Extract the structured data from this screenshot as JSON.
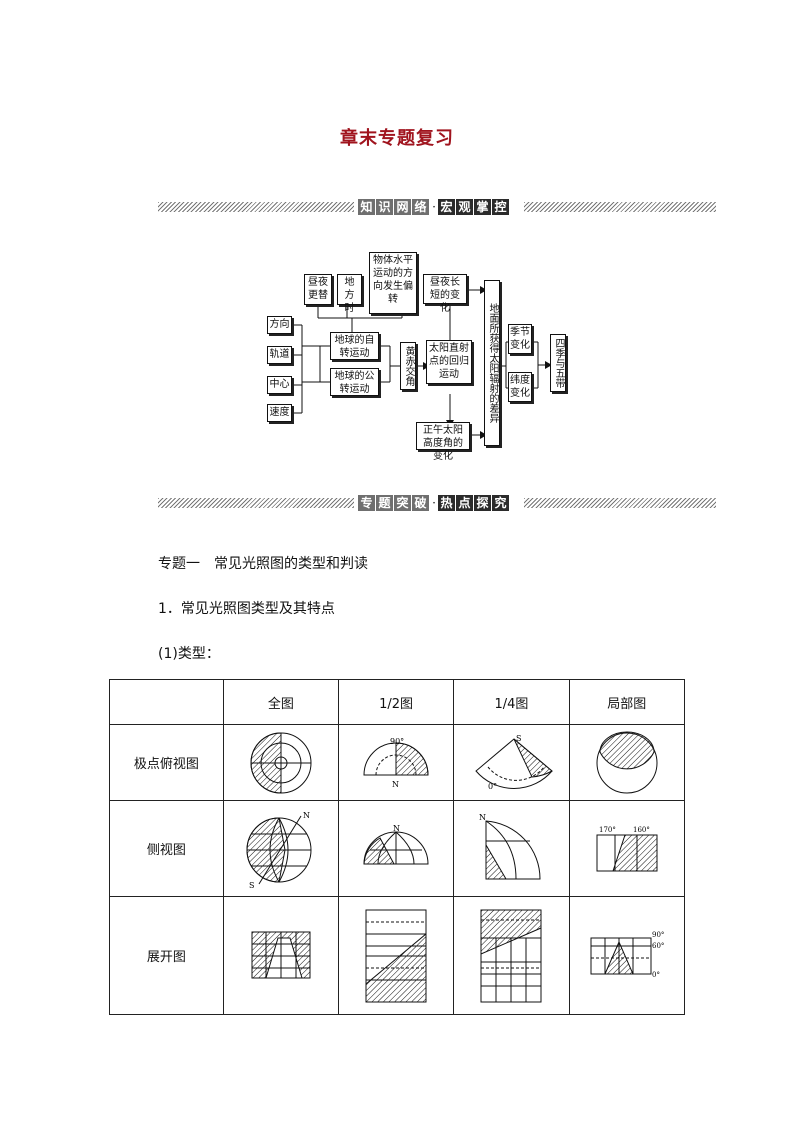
{
  "title": "章末专题复习",
  "banner1": {
    "part1": [
      "知",
      "识",
      "网",
      "络"
    ],
    "part2": [
      "宏",
      "观",
      "掌",
      "控"
    ]
  },
  "banner2": {
    "part1": [
      "专",
      "题",
      "突",
      "破"
    ],
    "part2": [
      "热",
      "点",
      "探",
      "究"
    ]
  },
  "concept_map": {
    "left_items": [
      "方向",
      "轨道",
      "中心",
      "速度"
    ],
    "rotation": "地球的自转运动",
    "revolution": "地球的公转运动",
    "top_effects": [
      "昼夜更替",
      "地方时",
      "物体水平运动的方向发生偏转"
    ],
    "obliquity": "黄赤交角",
    "sun_motion": "太阳直射点的回归运动",
    "day_length": "昼夜长短的变化",
    "noon_angle": "正午太阳高度角的变化",
    "radiation": "地面所获得太阳辐射的差异",
    "season_change": "季节变化",
    "latitude_change": "纬度变化",
    "result": "四季与五带"
  },
  "topic1": "专题一　常见光照图的类型和判读",
  "point1": "1．常见光照图类型及其特点",
  "sub1": "(1)类型：",
  "table": {
    "headers": [
      "",
      "全图",
      "1/2图",
      "1/4图",
      "局部图"
    ],
    "rows": [
      "极点俯视图",
      "侧视图",
      "展开图"
    ],
    "figure_labels": {
      "half_polar_top": "90°",
      "half_polar_bottom": "N",
      "quarter_polar_top": "S",
      "quarter_polar_bottom": "0°",
      "side_full_n": "N",
      "side_full_s": "S",
      "side_half_n": "N",
      "side_quarter_n": "N",
      "side_local_left": "170°",
      "side_local_right": "160°",
      "unfold_local_90": "90°",
      "unfold_local_60": "60°",
      "unfold_local_0": "0°"
    }
  }
}
